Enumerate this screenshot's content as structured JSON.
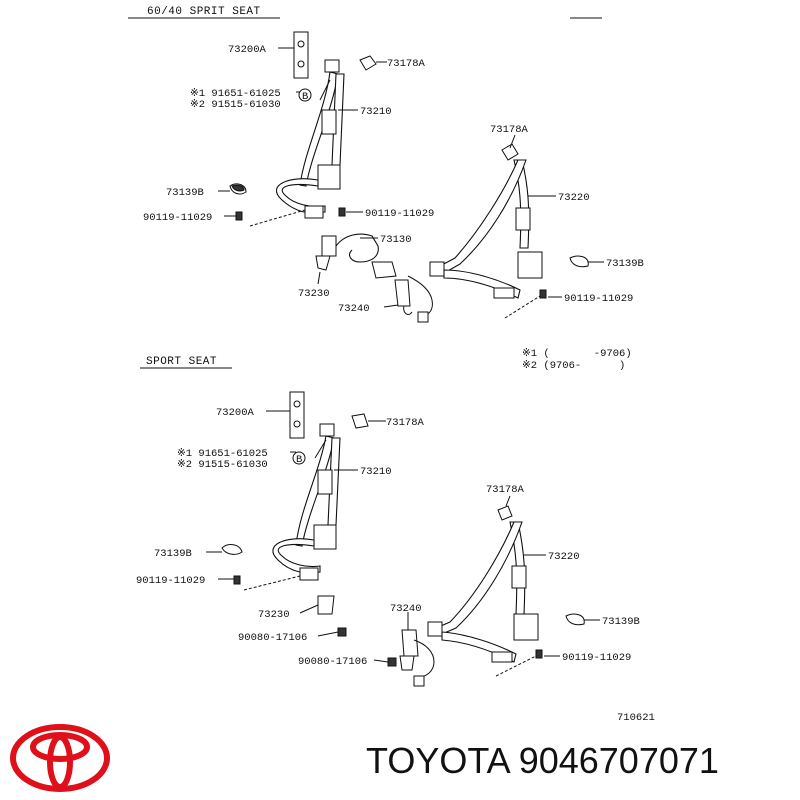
{
  "top_section": {
    "title": "60/40 SPRIT SEAT",
    "labels": {
      "l73200a": "73200A",
      "l73178a_left": "73178A",
      "l91651": "※1 91651-61025",
      "l91515": "※2 91515-61030",
      "lB": "B",
      "l73210": "73210",
      "l73178a_right": "73178A",
      "l73220": "73220",
      "l73139b_left": "73139B",
      "l90119_left": "90119-11029",
      "l90119_mid": "90119-11029",
      "l73130": "73130",
      "l73139b_right": "73139B",
      "l73230": "73230",
      "l90119_right": "90119-11029",
      "l73240": "73240"
    }
  },
  "legend": {
    "line1": "※1 (       -9706)",
    "line2": "※2 (9706-      )"
  },
  "bottom_section": {
    "title": "SPORT SEAT",
    "labels": {
      "l73200a": "73200A",
      "l73178a_left": "73178A",
      "l91651": "※1 91651-61025",
      "l91515": "※2 91515-61030",
      "lB": "B",
      "l73210": "73210",
      "l73178a_right": "73178A",
      "l73139b_left": "73139B",
      "l73220": "73220",
      "l90119_left": "90119-11029",
      "l73240": "73240",
      "l73230": "73230",
      "l90080_a": "90080-17106",
      "l73139b_right": "73139B",
      "l90080_b": "90080-17106",
      "l90119_right": "90119-11029"
    }
  },
  "diagram_id": "710621",
  "brand": {
    "text": "TOYOTA 9046707071",
    "logo_color": "#e0101a"
  }
}
